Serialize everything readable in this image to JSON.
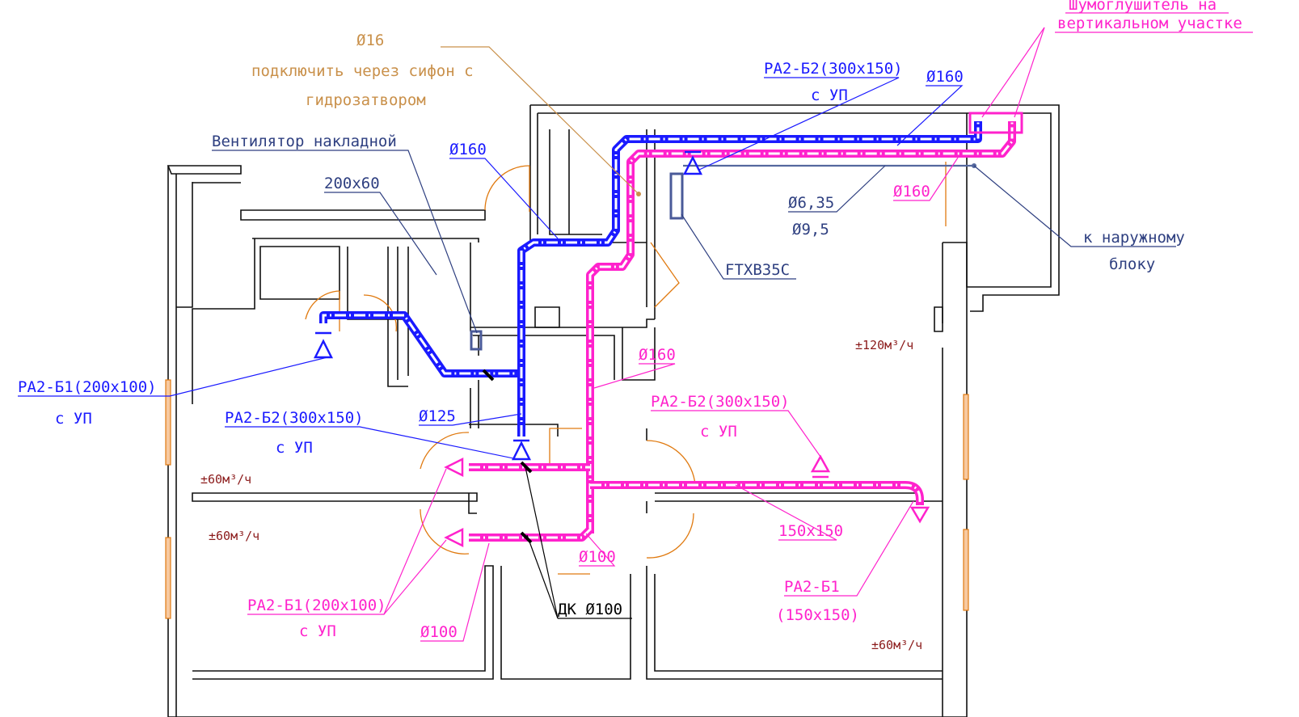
{
  "colors": {
    "supply": "#1a1aff",
    "return": "#ff22cc",
    "equipment": "#2e3f80",
    "drain_note": "#c9904a",
    "walls": "#111111",
    "doors_windows": "#e07a10",
    "flow_text": "#8b1a1a"
  },
  "labels": {
    "silencer_line1": "Шумоглушитель на",
    "silencer_line2": "вертикальном участке",
    "drain_diam": "Ø16",
    "drain_line1": "подключить  через сифон с",
    "drain_line2": "гидрозатвором",
    "top_grille_name": "PA2-Б2(300x150)",
    "top_grille_note": "с УП",
    "top_diam_160": "Ø160",
    "fan_label": "Вентилятор накладной",
    "blue_diam_160": "Ø160",
    "duct_200x60": "200x60",
    "pipe_635": "Ø6,35",
    "pipe_95": "Ø9,5",
    "mag_diam_160_top": "Ø160",
    "outdoor_line1": "к наружному",
    "outdoor_line2": "блоку",
    "unit_model": "FTXB35C",
    "flow_right": "±120м³/ч",
    "mag_diam_160_mid": "Ø160",
    "left_grille_name": "PA2-Б1(200x100)",
    "left_grille_note": "с УП",
    "diam_125": "Ø125",
    "mid_grille_name": "PA2-Б2(300x150)",
    "mid_grille_note": "с УП",
    "mag_grille_name": "PA2-Б2(300x150)",
    "mag_grille_note": "с УП",
    "flow_left_top": "±60м³/ч",
    "flow_left_bottom": "±60м³/ч",
    "duct_150x150": "150x150",
    "diam_100_mid": "Ø100",
    "right_grille_name": "PA2-Б1",
    "right_grille_size": "(150x150)",
    "bottom_grille_name": "PA2-Б1(200x100)",
    "bottom_grille_note": "с УП",
    "damper_label": "ДК Ø100",
    "diam_100_bottom": "Ø100",
    "flow_right_bottom": "±60м³/ч"
  }
}
